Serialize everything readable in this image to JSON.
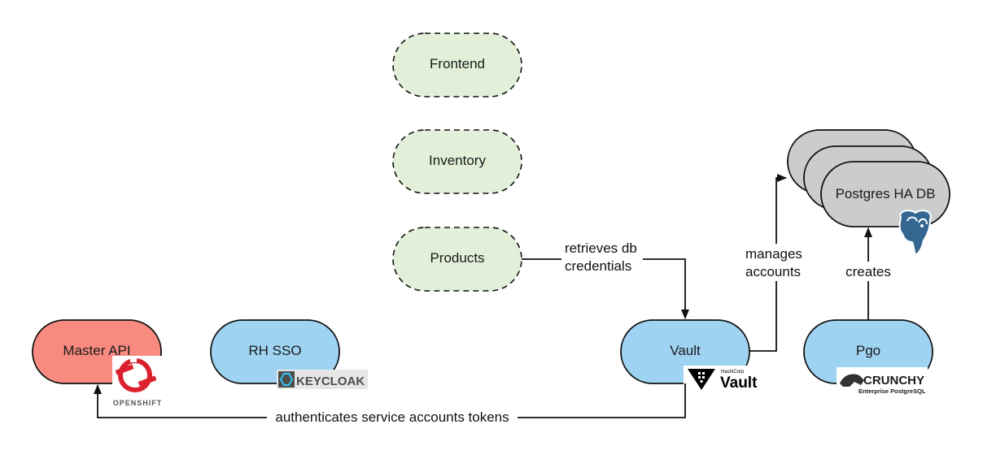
{
  "nodes": {
    "frontend": {
      "label": "Frontend"
    },
    "inventory": {
      "label": "Inventory"
    },
    "products": {
      "label": "Products"
    },
    "master_api": {
      "label": "Master API"
    },
    "rh_sso": {
      "label": "RH SSO"
    },
    "vault": {
      "label": "Vault"
    },
    "pgo": {
      "label": "Pgo"
    },
    "postgres": {
      "label": "Postgres HA DB"
    }
  },
  "edges": {
    "products_to_vault": {
      "line1": "retrieves db",
      "line2": "credentials"
    },
    "vault_to_postgres": {
      "line1": "manages",
      "line2": "accounts"
    },
    "pgo_to_postgres": {
      "label": "creates"
    },
    "vault_to_master": {
      "label": "authenticates service accounts tokens"
    }
  },
  "logos": {
    "openshift": {
      "icon": "openshift-icon",
      "text": "OPENSHIFT"
    },
    "keycloak": {
      "icon": "keycloak-icon",
      "text": "KEYCLOAK"
    },
    "vault": {
      "icon": "vault-icon",
      "small": "HashiCorp",
      "text": "Vault"
    },
    "crunchy": {
      "icon": "crunchy-icon",
      "text": "CRUNCHY",
      "sub": "Enterprise PostgreSQL"
    },
    "postgresql": {
      "icon": "postgresql-elephant-icon"
    }
  },
  "colors": {
    "green_fill": "#e2f0d9",
    "blue_fill": "#9fd3f2",
    "red_fill": "#f88a80",
    "grey_fill": "#cccccc",
    "stroke": "#111111"
  }
}
